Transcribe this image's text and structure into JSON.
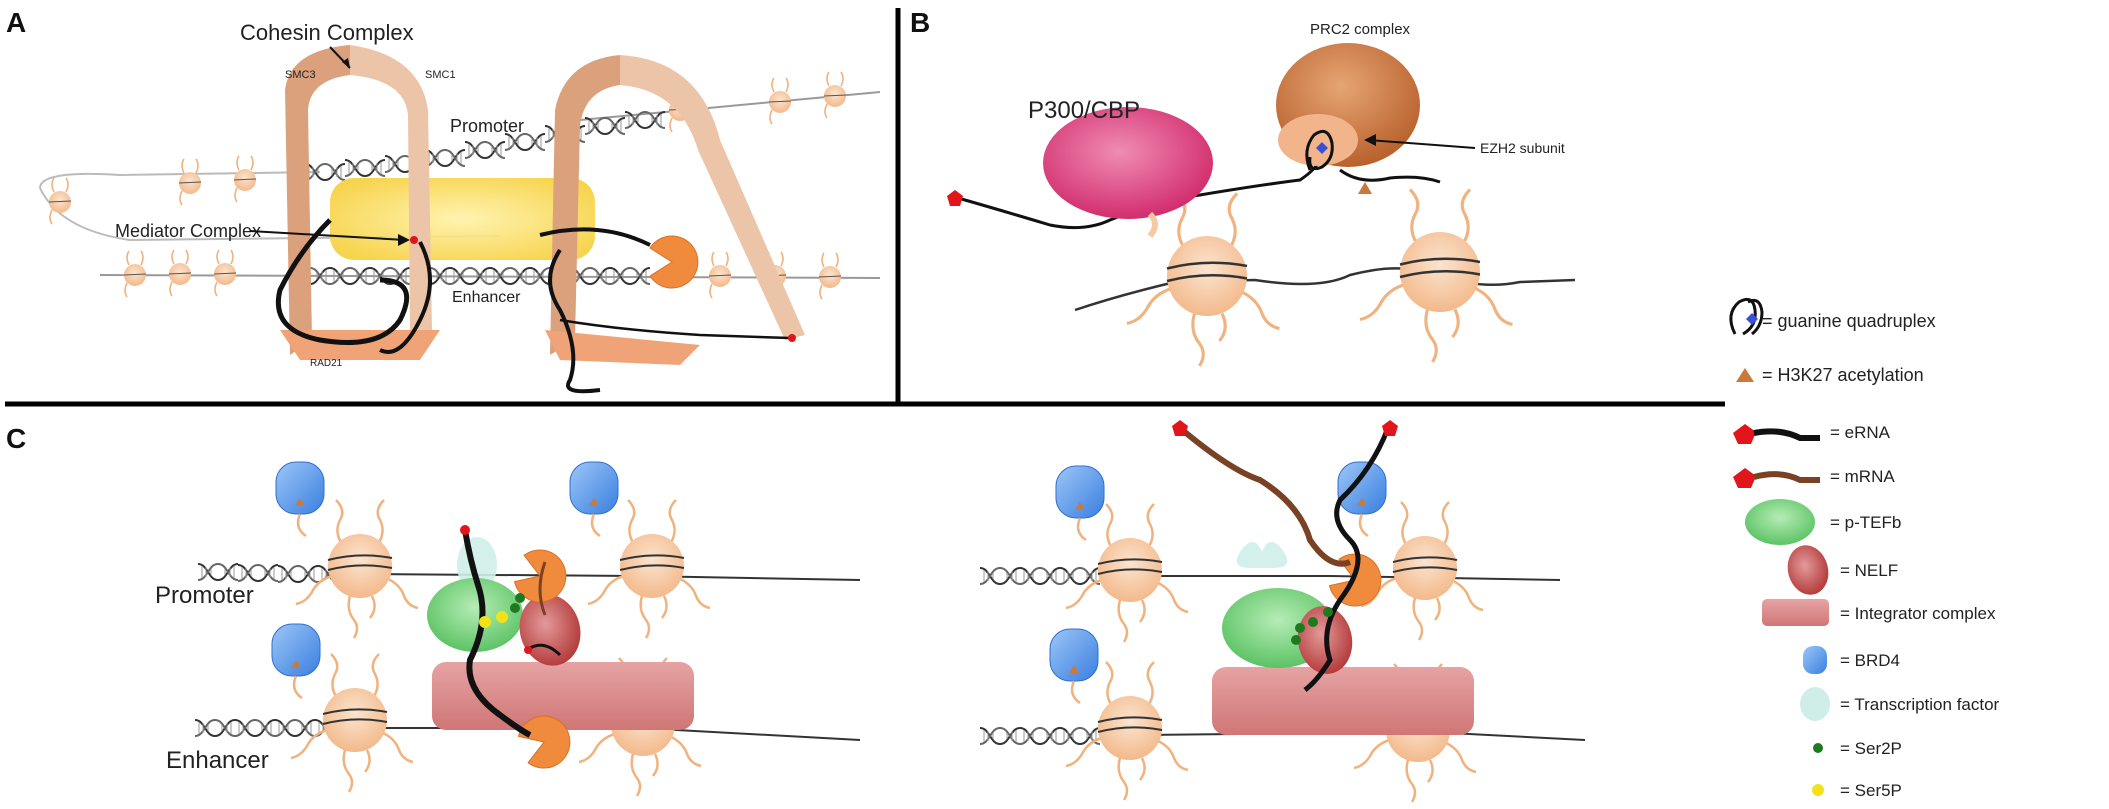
{
  "panel_a": {
    "letter": "A",
    "cohesin_complex": "Cohesin Complex",
    "smc3": "SMC3",
    "smc1": "SMC1",
    "promoter": "Promoter",
    "mediator_complex": "Mediator Complex",
    "enhancer": "Enhancer",
    "rad21": "RAD21"
  },
  "panel_b": {
    "letter": "B",
    "prc2_complex": "PRC2 complex",
    "p300_cbp": "P300/CBP",
    "ezh2_subunit": "EZH2 subunit"
  },
  "panel_c": {
    "letter": "C",
    "promoter": "Promoter",
    "enhancer": "Enhancer"
  },
  "legend": {
    "items": [
      {
        "icon": "guanine-quadruplex-icon",
        "label": "= guanine quadruplex"
      },
      {
        "icon": "h3k27-acetylation-icon",
        "label": "= H3K27 acetylation"
      },
      {
        "icon": "erna-icon",
        "label": "= eRNA"
      },
      {
        "icon": "mrna-icon",
        "label": "= mRNA"
      },
      {
        "icon": "ptefb-icon",
        "label": "= p-TEFb"
      },
      {
        "icon": "nelf-icon",
        "label": "= NELF"
      },
      {
        "icon": "integrator-icon",
        "label": "= Integrator complex"
      },
      {
        "icon": "brd4-icon",
        "label": "= BRD4"
      },
      {
        "icon": "transcription-factor-icon",
        "label": "= Transcription factor"
      },
      {
        "icon": "ser2p-icon",
        "label": "= Ser2P"
      },
      {
        "icon": "ser5p-icon",
        "label": "= Ser5P"
      }
    ]
  },
  "colors": {
    "cohesin": "#d9a07a",
    "cohesin_dark": "#c98560",
    "mediator": "#f7d54a",
    "nucleosome": "#f6c9a2",
    "p300": "#d83d78",
    "prc2": "#c9753f",
    "ptefb": "#7bd37e",
    "nelf": "#c65151",
    "integrator": "#d98585",
    "brd4": "#4a8ee6",
    "tf": "#cfeee8",
    "ser2p": "#1f7a1f",
    "ser5p": "#f2e21a",
    "erna_cap": "#e2151b",
    "mrna": "#7a4225",
    "pol": "#f08a3c"
  }
}
